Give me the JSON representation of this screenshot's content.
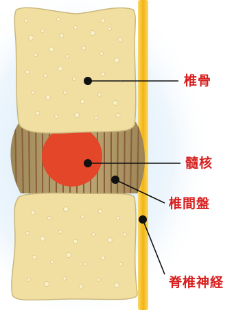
{
  "labels": {
    "vertebra": "椎骨",
    "nucleus": "髓核",
    "disc": "椎間盤",
    "spinal_nerve": "脊椎神経"
  },
  "colors": {
    "label_text": "#d81e1e",
    "leader_line": "#111111",
    "bone_fill": "#f1dfa1",
    "bone_outline": "#c9b77d",
    "disc_fill": "#b09a66",
    "disc_stripe": "#8a5c3c",
    "nucleus_fill": "#e34628",
    "nerve_fill": "#f4b40f",
    "background_glow": "#cfe6f7"
  }
}
